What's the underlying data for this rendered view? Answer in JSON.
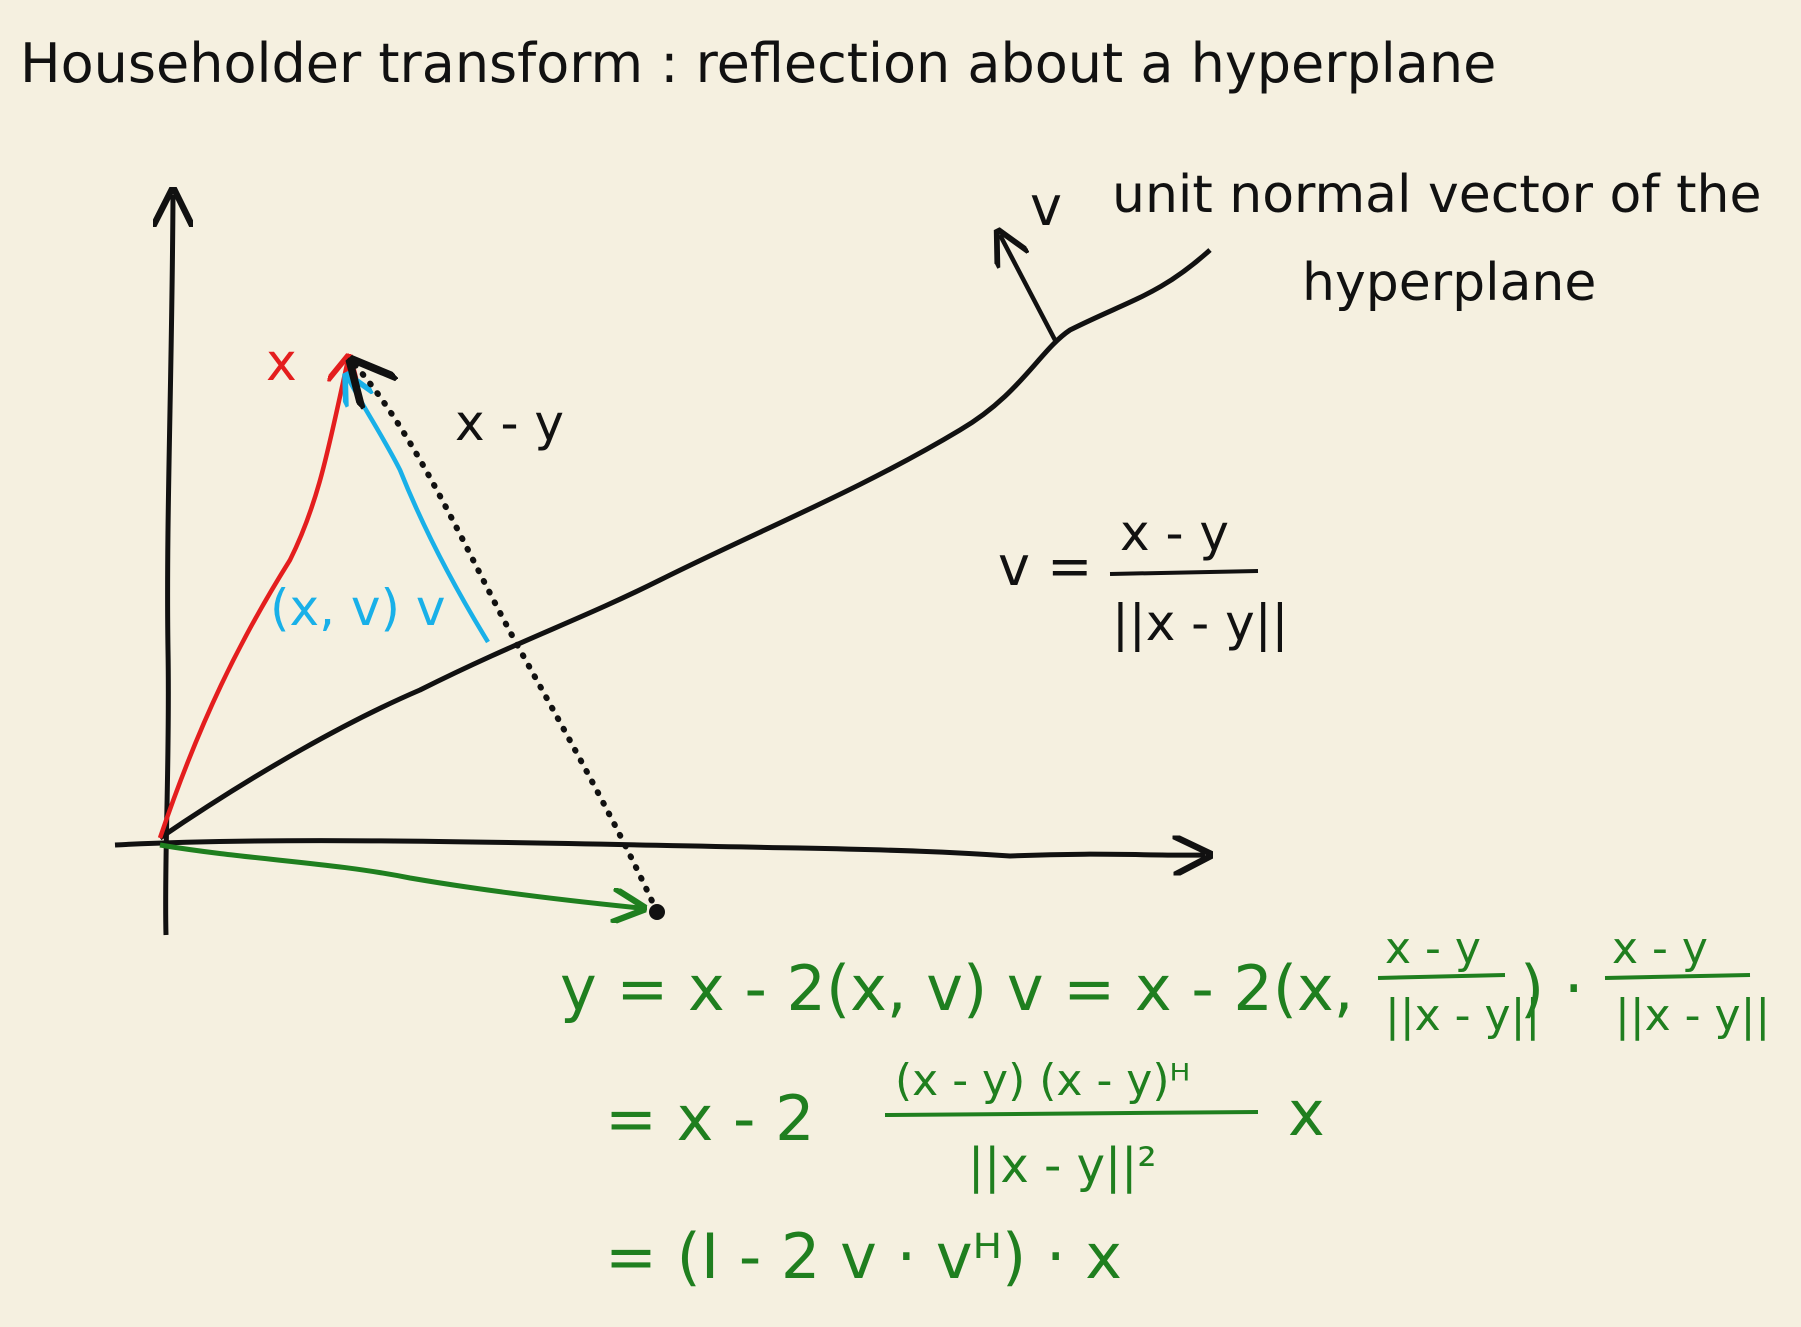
{
  "title": "Householder transform : reflection about a hyperplane",
  "labels": {
    "normal_v": "v",
    "normal_desc_1": "unit normal vector of the",
    "normal_desc_2": "hyperplane",
    "x_label": "x",
    "x_minus_y": "x - y",
    "projection": "(x, v) v",
    "v_def_lhs": "v =",
    "v_def_num": "x - y",
    "v_def_den": "||x - y||"
  },
  "equations": {
    "line1_lhs": "y = x - 2(x, v) v = x - 2(x,",
    "line1_frac1_num": "x - y",
    "line1_frac1_den": "||x - y||",
    "line1_mid": ") ·",
    "line1_frac2_num": "x - y",
    "line1_frac2_den": "||x - y||",
    "line2_lhs": "=  x - 2",
    "line2_num": "(x - y) (x - y)ᴴ",
    "line2_den": "||x - y||²",
    "line2_rhs": "x",
    "line3": "= (I - 2 v · vᴴ) · x"
  },
  "colors": {
    "background": "#f5f0e0",
    "ink": "#111111",
    "x_vector": "#e41e1e",
    "projection": "#19b0e8",
    "y_vector": "#1f7f1f"
  }
}
